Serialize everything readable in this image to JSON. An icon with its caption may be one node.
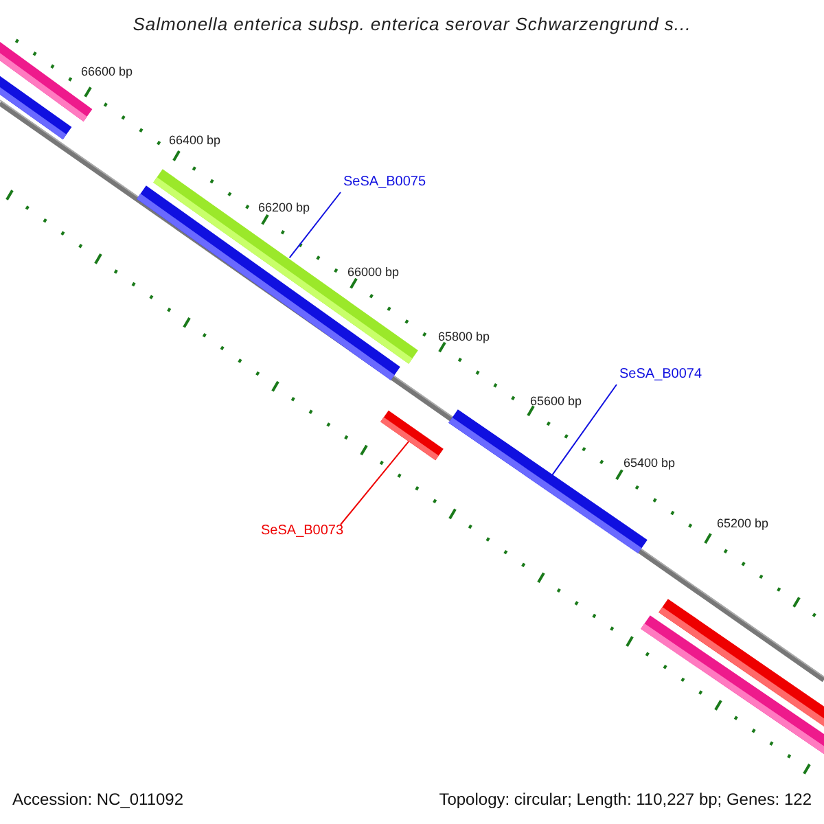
{
  "diagram": {
    "title": "Salmonella enterica subsp. enterica serovar Schwarzengrund s...",
    "nodes": [
      {
        "text": [
          "SeSA_B0075"
        ]
      },
      {
        "text": [],
        "shape": "bar"
      },
      {
        "text": [
          "SeSA_B0074"
        ]
      },
      {
        "text": [],
        "shape": "bar"
      },
      {
        "text": [
          "SeSA_B0073"
        ]
      },
      {
        "text": [],
        "shape": "bar"
      }
    ],
    "edges": [
      {
        "from": 0,
        "to": 1,
        "arrow": "none"
      },
      {
        "from": 2,
        "to": 3,
        "arrow": "none"
      },
      {
        "from": 4,
        "to": 5,
        "arrow": "none",
        "color": "#ee0000"
      }
    ],
    "labels": [
      "66600 bp",
      "66400 bp",
      "66200 bp",
      "66000 bp",
      "65800 bp",
      "65600 bp",
      "65400 bp",
      "65200 bp",
      "Accession: NC_011092",
      "Topology: circular; Length: 110,227 bp; Genes: 122"
    ]
  }
}
